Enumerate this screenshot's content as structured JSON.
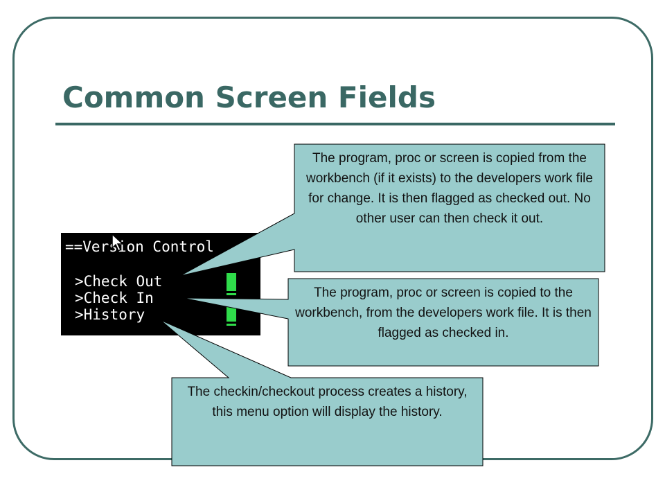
{
  "slide": {
    "title": "Common Screen Fields"
  },
  "terminal": {
    "header": "==Version Control",
    "menu": [
      {
        "label": ">Check Out"
      },
      {
        "label": ">Check In"
      },
      {
        "label": ">History"
      }
    ]
  },
  "callouts": [
    {
      "text": "The program, proc or screen is copied from the workbench (if it exists) to the developers work file for change.  It is then flagged as checked out.  No other user can then check it out."
    },
    {
      "text": "The program, proc or screen is copied to the workbench, from the developers work file.  It is then flagged as checked in."
    },
    {
      "text": "The checkin/checkout process creates a history, this menu option will display the history."
    }
  ],
  "colors": {
    "accent": "#3a6864",
    "callout_fill": "#99cccc",
    "field_green": "#2fdc4a"
  }
}
